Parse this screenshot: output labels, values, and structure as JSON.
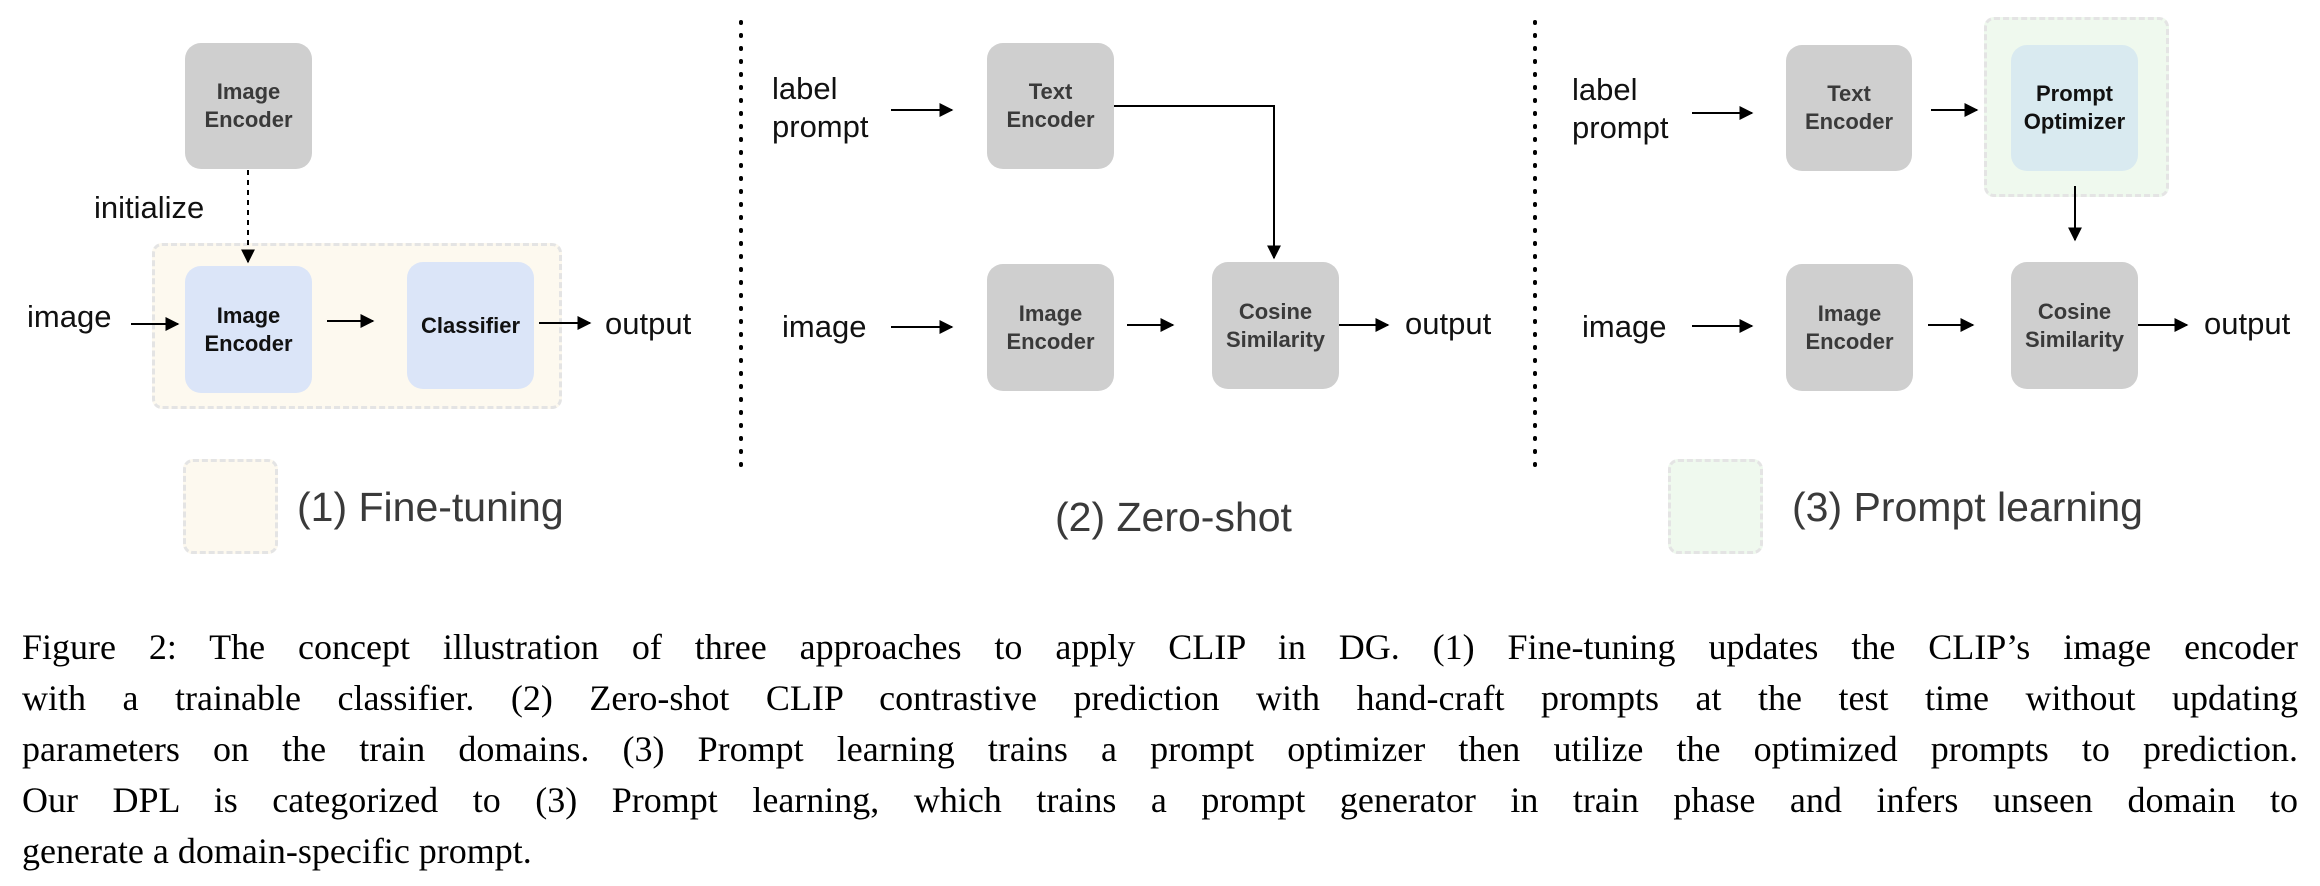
{
  "panel1": {
    "encoder_top": "Image\nEncoder",
    "initialize": "initialize",
    "image": "image",
    "encoder": "Image\nEncoder",
    "classifier": "Classifier",
    "output": "output",
    "legend": "(1) Fine-tuning"
  },
  "panel2": {
    "label_prompt": "label\nprompt",
    "text_encoder": "Text\nEncoder",
    "image": "image",
    "image_encoder": "Image\nEncoder",
    "cosine": "Cosine\nSimilarity",
    "output": "output",
    "legend": "(2) Zero-shot"
  },
  "panel3": {
    "label_prompt": "label\nprompt",
    "text_encoder": "Text\nEncoder",
    "prompt_optimizer": "Prompt\nOptimizer",
    "image": "image",
    "image_encoder": "Image\nEncoder",
    "cosine": "Cosine\nSimilarity",
    "output": "output",
    "legend": "(3) Prompt learning"
  },
  "caption": {
    "line1": "Figure 2: The concept illustration of three approaches to apply CLIP in DG. (1) Fine-tuning updates the CLIP’s image encoder",
    "line2": "with a trainable classifier. (2) Zero-shot CLIP contrastive prediction with hand-craft prompts at the test time without updating",
    "line3": "parameters on the train domains. (3) Prompt learning trains a prompt optimizer then utilize the optimized prompts to prediction.",
    "line4": "Our DPL is categorized to (3) Prompt learning, which trains a prompt generator in train phase and infers unseen domain to",
    "line5": "generate a domain-specific prompt."
  },
  "colors": {
    "encoder_gray": "#cfcfcf",
    "trainable_blue": "#dbe5f8",
    "prompt_optimizer": "#d9eaf0",
    "finetune_region": "#fdf9ef",
    "prompt_region": "#eff9ee"
  }
}
